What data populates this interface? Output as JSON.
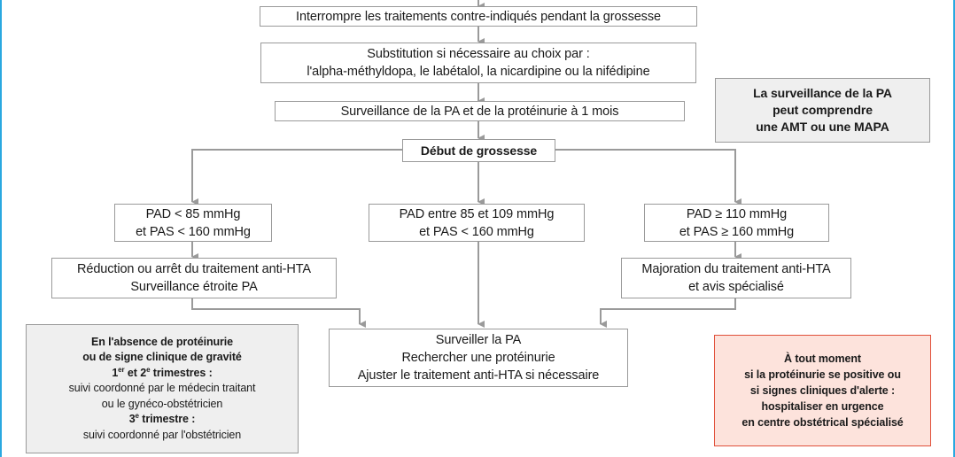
{
  "nodes": {
    "interrupt": "Interrompre les traitements contre-indiqués pendant la grossesse",
    "substitution": {
      "line1": "Substitution si nécessaire au choix par :",
      "line2": "l'alpha-méthyldopa, le labétalol, la nicardipine ou la nifédipine"
    },
    "monitoring": "Surveillance de la PA et de la protéinurie à 1 mois",
    "start": "Début de grossesse",
    "left_condition": {
      "line1": "PAD < 85 mmHg",
      "line2": "et PAS < 160 mmHg"
    },
    "middle_condition": {
      "line1": "PAD entre 85 et 109 mmHg",
      "line2": "et PAS < 160 mmHg"
    },
    "right_condition": {
      "line1": "PAD ≥ 110 mmHg",
      "line2": "et PAS ≥ 160 mmHg"
    },
    "left_action": {
      "line1": "Réduction ou arrêt du traitement anti-HTA",
      "line2": "Surveillance étroite PA"
    },
    "right_action": {
      "line1": "Majoration du traitement anti-HTA",
      "line2": "et avis spécialisé"
    },
    "center_action": {
      "line1": "Surveiller la PA",
      "line2": "Rechercher une protéinurie",
      "line3": "Ajuster le traitement anti-HTA si nécessaire"
    }
  },
  "notes": {
    "pa_monitoring": {
      "line1": "La surveillance de la PA",
      "line2": "peut comprendre",
      "line3": "une AMT ou une MAPA"
    },
    "follow_up": {
      "line1": "En l'absence de protéinurie",
      "line2": "ou de signe clinique de gravité",
      "t1_num": "1",
      "t1_sup": "er",
      "t1_mid": " et 2",
      "t1_sup2": "e",
      "t1_end": " trimestres :",
      "t1_text1": "suivi coordonné par le médecin traitant",
      "t1_text2": "ou le gynéco-obstétricien",
      "t3_num": "3",
      "t3_sup": "e",
      "t3_end": " trimestre :",
      "t3_text": "suivi coordonné par l'obstétricien"
    },
    "alert": {
      "line1": "À tout moment",
      "line2": "si la protéinurie se positive ou",
      "line3": "si signes cliniques d'alerte :",
      "line4": "hospitaliser en urgence",
      "line5": "en centre obstétrical spécialisé"
    }
  },
  "colors": {
    "frame": "#2aa8e0",
    "connector": "#9a9a9a",
    "note_fill": "#efefef",
    "alert_fill": "#fde3dc",
    "alert_border": "#e0503a"
  }
}
